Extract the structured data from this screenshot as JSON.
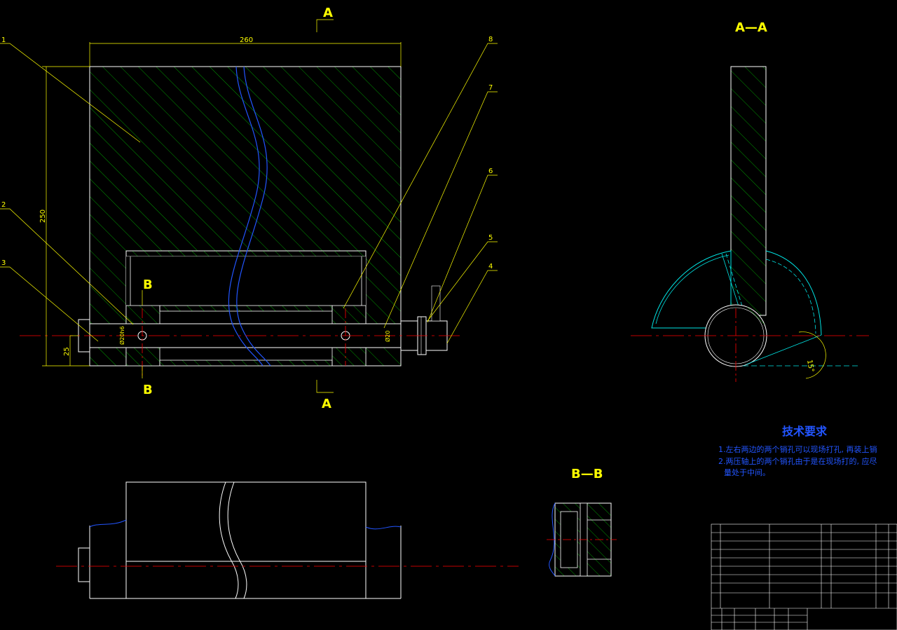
{
  "section_labels": {
    "a": "A",
    "b": "B",
    "section_aa": "A—A",
    "section_bb": "B—B"
  },
  "dimensions": {
    "width": "260",
    "height": "250",
    "offset": "25",
    "shaft_dia_left": "Ø20h6",
    "shaft_dia_right": "Ø20",
    "angle": "15°"
  },
  "balloons": [
    "1",
    "2",
    "3",
    "4",
    "5",
    "6",
    "7",
    "8"
  ],
  "tech_requirements": {
    "title": "技术要求",
    "line1": "1.左右两边的两个销孔可以现场打孔, 再装上销",
    "line2": "2.两压轴上的两个销孔由于是在现场打的, 应尽",
    "line3": "量处于中间。"
  },
  "colors": {
    "outline": "#ffffff",
    "hatch": "#00c000",
    "dimension": "#ffff00",
    "centerline": "#ff0000",
    "hidden": "#00e5e5",
    "break_line": "#2255ff"
  }
}
